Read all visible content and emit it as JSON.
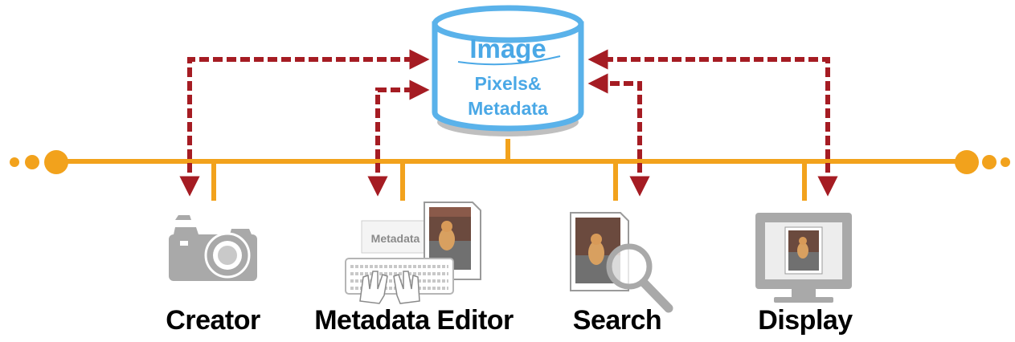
{
  "database": {
    "title": "Image",
    "subtitle_line1": "Pixels&",
    "subtitle_line2": "Metadata"
  },
  "stations": [
    {
      "label": "Creator"
    },
    {
      "label": "Metadata Editor"
    },
    {
      "label": "Search"
    },
    {
      "label": "Display"
    }
  ],
  "editor_card_text": "Metadata",
  "colors": {
    "bus": "#f2a21c",
    "arrow": "#a51c23",
    "db_stroke": "#5ab2ea",
    "db_text": "#4aa8e6",
    "icon_gray": "#a9a9a9"
  }
}
